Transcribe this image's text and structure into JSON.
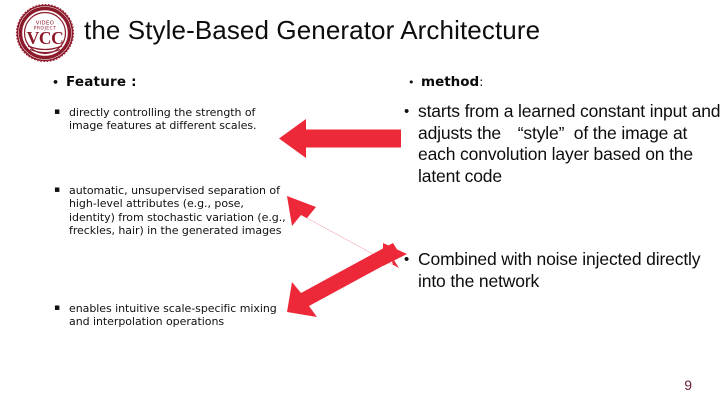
{
  "slide": {
    "title": "the Style-Based Generator Architecture",
    "page_number": "9",
    "logo_text": "VCC",
    "colors": {
      "arrow_red": "#ED2939",
      "logo_crimson": "#8B1A2B",
      "page_number": "#6B2233",
      "text": "#0D0D0D",
      "background": "#FFFFFF"
    }
  },
  "left_column": {
    "heading": {
      "bullet": "•",
      "text": "Feature :"
    },
    "items": [
      {
        "bullet": "▪",
        "text": "directly controlling the strength of image features at different scales."
      },
      {
        "bullet": "▪",
        "text": "automatic, unsupervised separation of high-level attributes (e.g., pose, identity) from stochastic variation (e.g., freckles, hair) in the generated images"
      },
      {
        "bullet": "▪",
        "text": "enables intuitive scale-specific mixing and interpolation operations"
      }
    ]
  },
  "right_column": {
    "heading": {
      "bullet": "•",
      "label": "method",
      "colon": ":"
    },
    "items": [
      {
        "bullet": "•",
        "line1": "starts from a learned constant input and adjusts the",
        "line2": "“style”",
        "line3": "of the image at each convolution layer based on the latent code"
      },
      {
        "bullet": "•",
        "text": "Combined with noise injected directly into the network"
      }
    ]
  },
  "arrows": [
    {
      "name": "left-arrow",
      "direction": "left",
      "color": "#ED2939"
    },
    {
      "name": "chevron-double-arrow",
      "direction": "up-left-and-down-left",
      "color": "#ED2939"
    }
  ]
}
